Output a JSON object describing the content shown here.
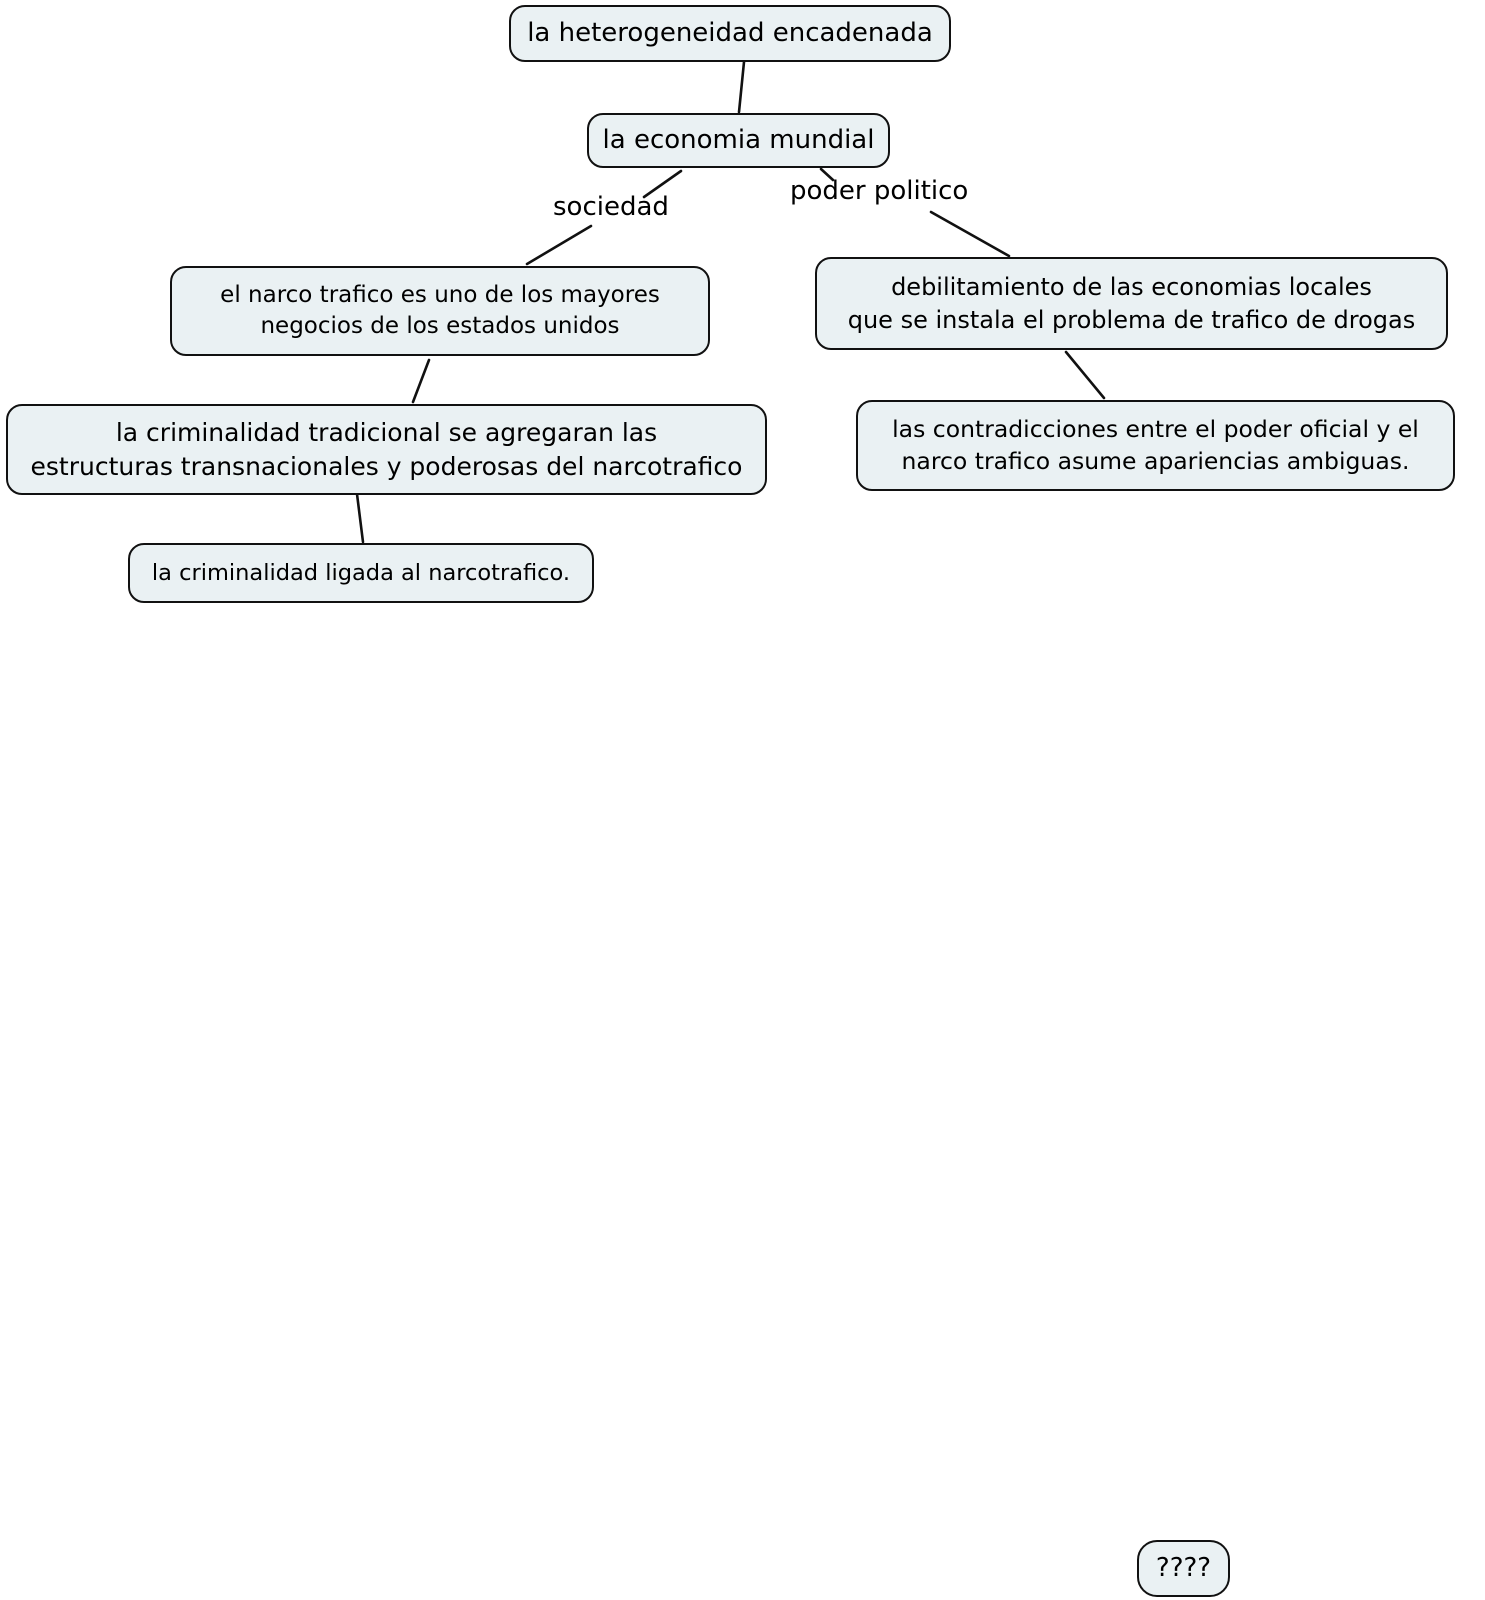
{
  "diagram": {
    "type": "concept-map",
    "background": "#ffffff",
    "node_fill": "#eaf1f3",
    "node_border": "#111111",
    "text_color": "#000000",
    "nodes": {
      "root": "la heterogeneidad encadenada",
      "economia": "la economia mundial",
      "narcotrafico_negocio": "el narco trafico es uno de los mayores\nnegocios de los estados unidos",
      "debilitamiento": "debilitamiento de las economias locales\nque se instala el problema de trafico de drogas",
      "criminalidad_tradicional": "la criminalidad tradicional se agregaran las\nestructuras transnacionales y poderosas del narcotrafico",
      "contradicciones": "las contradicciones entre el poder oficial y el\nnarco trafico asume apariencias ambiguas.",
      "criminalidad_ligada": "la criminalidad ligada al narcotrafico.",
      "unknown": "????"
    },
    "link_labels": {
      "sociedad": "sociedad",
      "poder_politico": "poder politico"
    }
  }
}
